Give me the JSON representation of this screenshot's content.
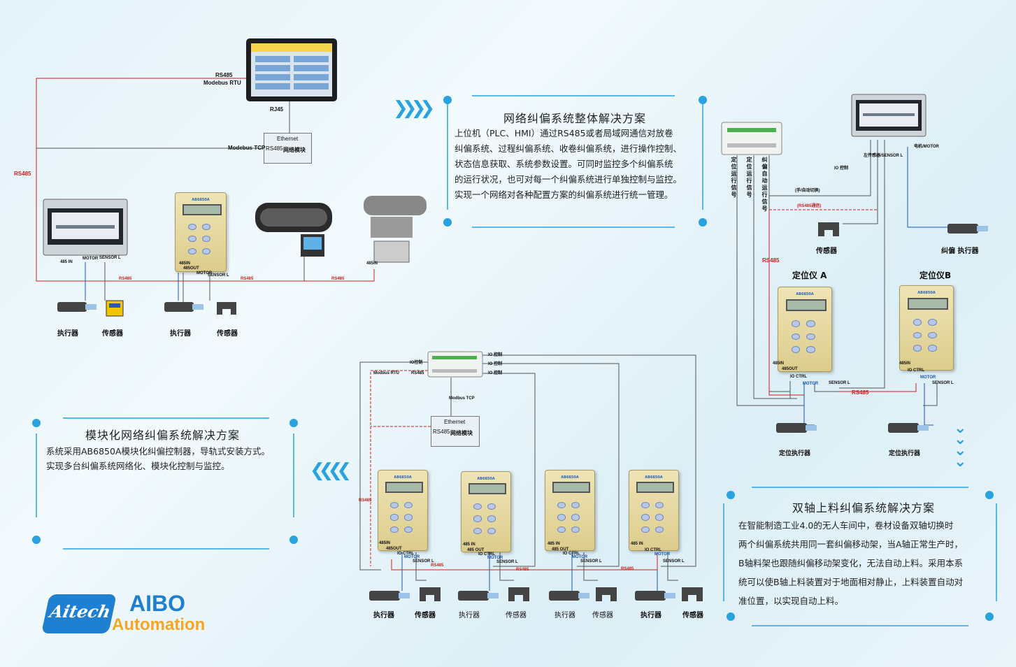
{
  "panel_network": {
    "title": "网络纠偏系统整体解决方案",
    "lines": [
      "上位机（PLC、HMI）通过RS485或者局域网通信对放卷",
      "纠偏系统、过程纠偏系统、收卷纠偏系统，进行操作控制、",
      "状态信息获取、系统参数设置。可同时监控多个纠偏系统",
      "的运行状况，也可对每一个纠偏系统进行单独控制与监控。",
      "实现一个网络对各种配置方案的纠偏系统进行统一管理。"
    ]
  },
  "panel_modular": {
    "title": "模块化网络纠偏系统解决方案",
    "lines": [
      "系统采用AB6850A模块化纠偏控制器，导轨式安装方式。",
      "实现多台纠偏系统网络化、模块化控制与监控。"
    ]
  },
  "panel_dual": {
    "title": "双轴上料纠偏系统解决方案",
    "lines": [
      "在智能制造工业4.0的无人车间中，卷材设备双轴切换时",
      "两个纠偏系统共用同一套纠偏移动架，当A轴正常生产时，",
      "B轴料架也跟随纠偏移动架变化，无法自动上料。采用本系",
      "统可以使B轴上料装置对于地面相对静止，上料装置自动对",
      "准位置，以实现自动上料。"
    ]
  },
  "top_diagram": {
    "rs485_a": "RS485",
    "modbus_rtu": "Modebus RTU",
    "rj45": "RJ45",
    "ethernet": "Ethernet",
    "rs485_b": "RS485",
    "net_module": "网络模块",
    "modbus_tcp": "Modebus TCP",
    "rs485_left": "RS485",
    "in485": "485 IN",
    "motor": "MOTOR",
    "sensor_l": "SENSOR L",
    "in485b": "485IN",
    "out485": "485OUT",
    "motor_b": "MOTOR",
    "sensor_l_b": "SENSOR L",
    "rs485_link1": "RS485",
    "rs485_link2": "RS485",
    "rs485_link3": "RS485",
    "in485c": "485IN",
    "caption_actuator1": "执行器",
    "caption_sensor1": "传感器",
    "caption_actuator2": "执行器",
    "caption_sensor2": "传感器"
  },
  "right_diagram": {
    "v1": "定位运行信号",
    "v2": "定位运行信号",
    "v3": "纠偏自动运行信号",
    "io_ctrl": "IO 控制",
    "manual_auto": "(手/自动切换)",
    "rs485_comm": "(RS485通信)",
    "left_sensor": "左传感器/SENSOR L",
    "motor": "电机/MOTOR",
    "rs485": "RS485",
    "sensor": "传感器",
    "actuator": "纠偏 执行器",
    "pos_a": "定位仪  A",
    "pos_b": "定位仪B",
    "a_in": "485IN",
    "a_out": "485OUT",
    "a_io": "IO CTRL",
    "a_motor": "MOTOR",
    "a_sensor": "SENSOR L",
    "b_in": "485IN",
    "b_io": "IO CTRL",
    "b_motor": "MOTOR",
    "b_sensor": "SENSOR L",
    "rs485_bottom": "RS485",
    "pos_actuator_a": "定位执行器",
    "pos_actuator_b": "定位执行器"
  },
  "bottom_diagram": {
    "io1": "IO控制",
    "io2": "IO 控制",
    "io3": "IO 控制",
    "io4": "IO 控制",
    "modbus_rtu": "Modbus RTU",
    "rs485": "RS485",
    "modbus_tcp": "Modbus TCP",
    "ethernet": "Ethernet",
    "rs485_b": "RS485",
    "net_module": "网络模块",
    "rs485_left": "RS485",
    "c1_in": "485IN",
    "c1_out": "485OUT",
    "c1_io": "IO CTRL",
    "c1_motor": "MOTOR",
    "c1_sensor": "SENSOR L",
    "c2_in": "485 IN",
    "c2_out": "485 OUT",
    "c2_io": "IO CTRL",
    "c2_motor": "MOTOR",
    "c2_sensor": "SENSOR L",
    "c3_in": "485 IN",
    "c3_out": "485 OUT",
    "c3_io": "IO CTRL",
    "c3_motor": "MOTOR",
    "c3_sensor": "SENSOR L",
    "c4_in": "485 IN",
    "c4_io": "IO CTRL",
    "c4_motor": "MOTOR",
    "c4_sensor": "SENSOR L",
    "link1": "RS485",
    "link2": "RS485",
    "link3": "RS485",
    "cap_a1": "执行器",
    "cap_s1": "传感器",
    "cap_a2": "执行器",
    "cap_s2": "传感器",
    "cap_a3": "执行器",
    "cap_s3": "传感器",
    "cap_a4": "执行器",
    "cap_s4": "传感器"
  },
  "logo": {
    "mark": "Aitech",
    "name": "AIBO",
    "sub": "Automation"
  },
  "colors": {
    "accent_blue": "#29a3df",
    "wire_red": "#d12020",
    "wire_blue": "#1a55b0",
    "wire_gray": "#555555",
    "controller_gold": "#e3d59c",
    "brand_orange": "#f5a623"
  }
}
